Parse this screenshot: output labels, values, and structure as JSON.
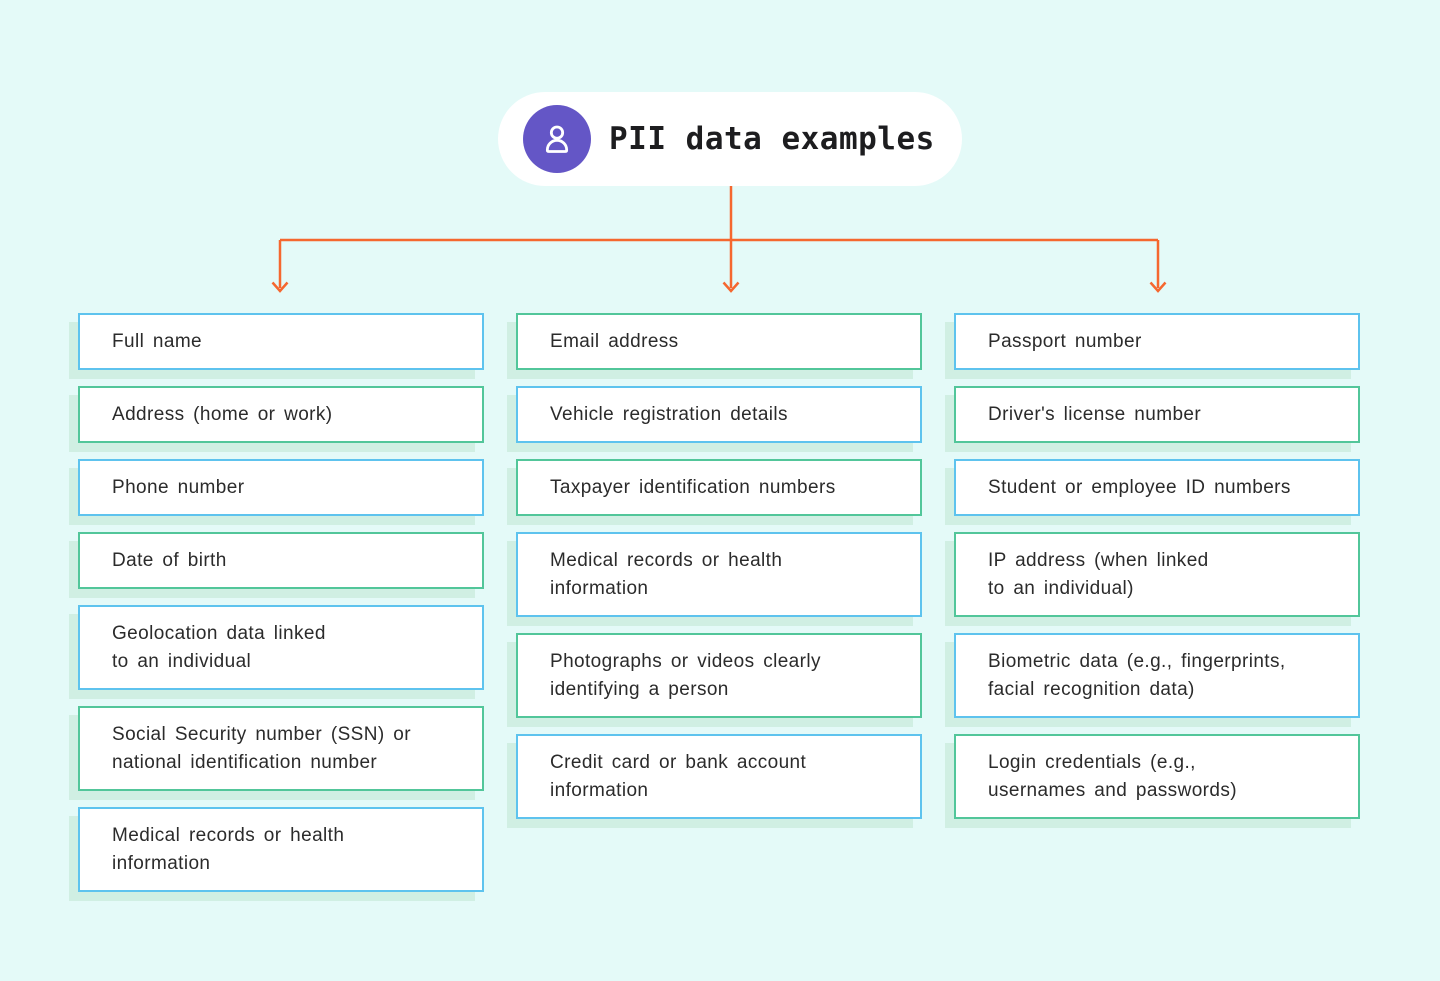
{
  "header": {
    "title": "PII data examples",
    "icon": "person-icon"
  },
  "colors": {
    "background": "#e4faf8",
    "pill_background": "#ffffff",
    "badge_purple": "#6456c6",
    "arrow_orange": "#f5672f",
    "border_blue": "#5ec3ee",
    "border_green": "#52c69a",
    "shadow_mint": "#d0efe3",
    "text_dark": "#2b2b2b"
  },
  "diagram": {
    "columns": [
      {
        "name": "left",
        "items": [
          {
            "label": "Full name",
            "border": "blue"
          },
          {
            "label": "Address (home or work)",
            "border": "green"
          },
          {
            "label": "Phone number",
            "border": "blue"
          },
          {
            "label": "Date of birth",
            "border": "green"
          },
          {
            "label": "Geolocation data linked\nto an individual",
            "border": "blue"
          },
          {
            "label": "Social Security number (SSN) or\nnational identification number",
            "border": "green"
          },
          {
            "label": "Medical records or health\ninformation",
            "border": "blue"
          }
        ]
      },
      {
        "name": "middle",
        "items": [
          {
            "label": "Email address",
            "border": "green"
          },
          {
            "label": "Vehicle registration details",
            "border": "blue"
          },
          {
            "label": "Taxpayer identification numbers",
            "border": "green"
          },
          {
            "label": "Medical records or health\ninformation",
            "border": "blue"
          },
          {
            "label": "Photographs or videos clearly\nidentifying a person",
            "border": "green"
          },
          {
            "label": "Credit card or bank account\ninformation",
            "border": "blue"
          }
        ]
      },
      {
        "name": "right",
        "items": [
          {
            "label": "Passport number",
            "border": "blue"
          },
          {
            "label": "Driver's license number",
            "border": "green"
          },
          {
            "label": "Student or employee ID numbers",
            "border": "blue"
          },
          {
            "label": "IP address  (when linked\nto an individual)",
            "border": "green"
          },
          {
            "label": "Biometric data (e.g., fingerprints,\nfacial recognition data)",
            "border": "blue"
          },
          {
            "label": "Login credentials (e.g.,\nusernames and passwords)",
            "border": "green"
          }
        ]
      }
    ]
  }
}
